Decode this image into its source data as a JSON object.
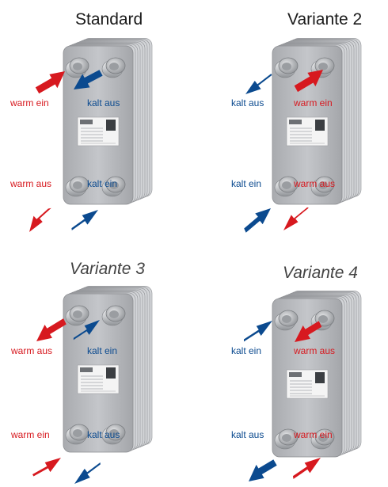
{
  "colors": {
    "warm": "#d7191f",
    "cold": "#0b4a8f",
    "plate": "#b7b9bd"
  },
  "panels": [
    {
      "title": "Standard",
      "labels": {
        "top_left": "warm ein",
        "top_right": "kalt aus",
        "bottom_left": "warm aus",
        "bottom_right": "kalt ein"
      }
    },
    {
      "title": "Variante 2",
      "labels": {
        "top_left": "kalt aus",
        "top_right": "warm ein",
        "bottom_left": "kalt ein",
        "bottom_right": "warm aus"
      }
    },
    {
      "title": "Variante 3",
      "labels": {
        "top_left": "warm aus",
        "top_right": "kalt ein",
        "bottom_left": "warm ein",
        "bottom_right": "kalt aus"
      }
    },
    {
      "title": "Variante 4",
      "labels": {
        "top_left": "kalt ein",
        "top_right": "warm aus",
        "bottom_left": "kalt aus",
        "bottom_right": "warm ein"
      }
    }
  ]
}
